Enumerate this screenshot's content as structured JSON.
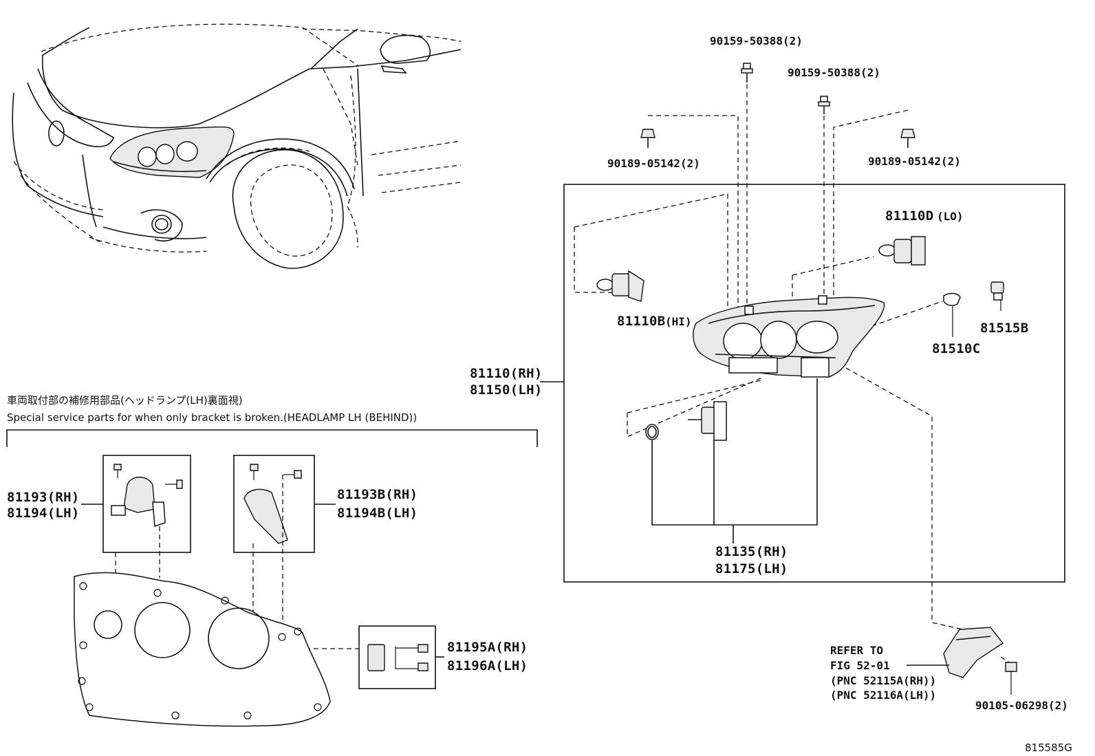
{
  "labels": {
    "bolt_top_1": "90159-50388(2)",
    "bolt_top_2": "90159-50388(2)",
    "clip_left": "90189-05142(2)",
    "clip_right": "90189-05142(2)",
    "bulb_lo": "81110D",
    "bulb_lo_tag": "(LO)",
    "bulb_hi": "81110B",
    "bulb_hi_tag": "(HI)",
    "socket_c": "81510C",
    "socket_b": "81515B",
    "headlamp_rh": "81110(RH)",
    "headlamp_lh": "81150(LH)",
    "actuator_rh": "81135(RH)",
    "actuator_lh": "81175(LH)",
    "refer_line1": "REFER TO",
    "refer_line2": "FIG 52-01",
    "refer_line3": "(PNC 52115A(RH))",
    "refer_line4": "(PNC 52116A(LH))",
    "screw_bracket": "90105-06298(2)",
    "bracket_a_rh": "81193(RH)",
    "bracket_a_lh": "81194(LH)",
    "bracket_b_rh": "81193B(RH)",
    "bracket_b_lh": "81194B(LH)",
    "bracket_c_rh": "81195A(RH)",
    "bracket_c_lh": "81196A(LH)",
    "diagram_code": "815585G"
  },
  "service_note": {
    "japanese": "車両取付部の補修用部品(ヘッドランプ(LH)裏面視)",
    "english": "Special service parts for when only bracket is broken.(HEADLAMP LH (BEHIND))"
  }
}
